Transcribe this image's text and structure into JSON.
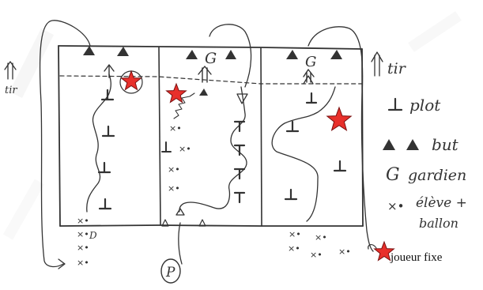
{
  "legend": {
    "tir": "tir",
    "plot": "plot",
    "but": "but",
    "gardien": "gardien",
    "eleve_ballon_line1": "élève +",
    "eleve_ballon_line2": "ballon",
    "joueur_fixe": "joueur fixe"
  },
  "field": {
    "left_tir_label": "tir",
    "goalkeeper_letter": "G",
    "bottom_letter": "P",
    "side_letter": "D"
  },
  "colors": {
    "star_fill": "#e8302b",
    "star_stroke": "#7a1010",
    "ink": "#333333"
  },
  "icons": [
    "cone-icon",
    "goal-icon",
    "player-with-ball-icon",
    "star-icon",
    "arrow-icon"
  ]
}
